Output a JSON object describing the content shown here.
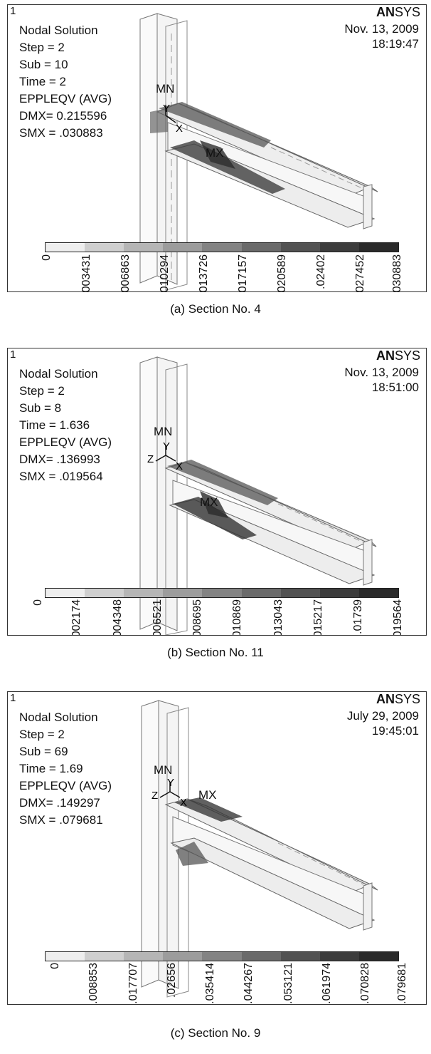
{
  "panels": [
    {
      "index_label": "1",
      "brand_bold": "AN",
      "brand_rest": "SYS",
      "date": "Nov. 13, 2009",
      "time": "18:19:47",
      "info": [
        "Nodal Solution",
        "Step = 2",
        "Sub = 10",
        "Time = 2",
        "EPPLEQV (AVG)",
        "DMX= 0.215596",
        "SMX = .030883"
      ],
      "mn_label": "MN",
      "mx_label": "MX",
      "axis_y": "Y",
      "axis_x": "X",
      "axis_z": "",
      "legend_values": [
        "0",
        ".003431",
        ".006863",
        ".010294",
        ".013726",
        ".017157",
        ".020589",
        ".02402",
        ".027452",
        ".030883"
      ],
      "caption": "(a) Section No. 4"
    },
    {
      "index_label": "1",
      "brand_bold": "AN",
      "brand_rest": "SYS",
      "date": "Nov. 13, 2009",
      "time": "18:51:00",
      "info": [
        "Nodal Solution",
        "Step = 2",
        "Sub = 8",
        "Time = 1.636",
        "EPPLEQV (AVG)",
        "DMX= .136993",
        "SMX = .019564"
      ],
      "mn_label": "MN",
      "mx_label": "MX",
      "axis_y": "Y",
      "axis_x": "X",
      "axis_z": "Z",
      "legend_values": [
        "0",
        ".002174",
        ".004348",
        ".006521",
        ".008695",
        ".010869",
        ".013043",
        ".015217",
        ".01739",
        ".019564"
      ],
      "caption": "(b) Section No. 11"
    },
    {
      "index_label": "1",
      "brand_bold": "AN",
      "brand_rest": "SYS",
      "date": "July 29, 2009",
      "time": "19:45:01",
      "info": [
        "Nodal Solution",
        "Step = 2",
        "Sub = 69",
        "Time = 1.69",
        "EPPLEQV (AVG)",
        "DMX= .149297",
        "SMX = .079681"
      ],
      "mn_label": "MN",
      "mx_label": "MX",
      "axis_y": "Y",
      "axis_x": "X",
      "axis_z": "Z",
      "legend_values": [
        "0",
        ".008853",
        ".017707",
        ".02656",
        ".035414",
        ".044267",
        ".053121",
        ".061974",
        ".070828",
        ".079681"
      ],
      "caption": "(c) Section No. 9"
    }
  ],
  "legend_shades": [
    "#eeeeee",
    "#cfcfcf",
    "#b5b5b5",
    "#9c9c9c",
    "#838383",
    "#6a6a6a",
    "#525252",
    "#3c3c3c",
    "#2a2a2a",
    "#bdbdbd"
  ]
}
